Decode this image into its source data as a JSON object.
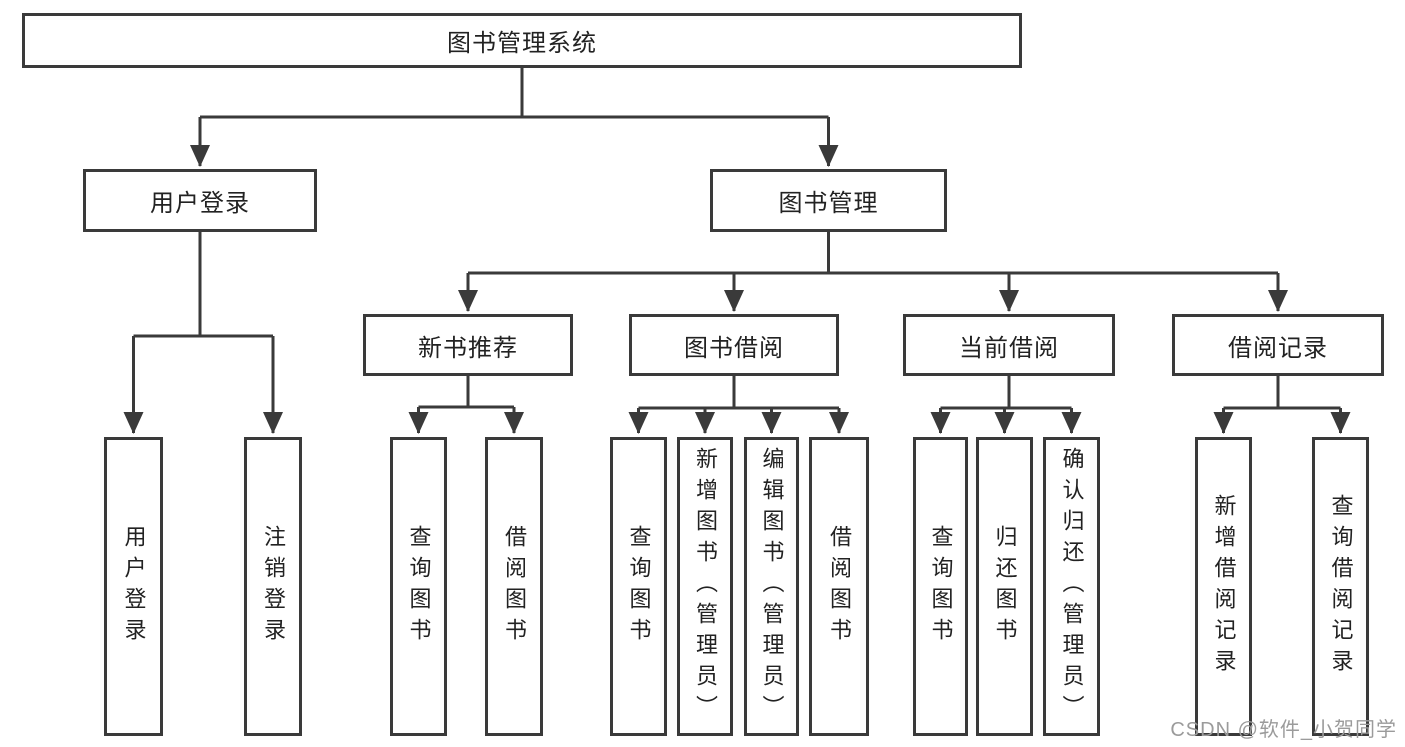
{
  "diagram": {
    "title": "图书管理系统",
    "colors": {
      "line": "#3a3a3a",
      "box_border": "#3a3a3a",
      "text": "#222222",
      "watermark": "#9b9b9b",
      "background": "#ffffff"
    },
    "nodes": {
      "root": {
        "label": "图书管理系统"
      },
      "level2": [
        {
          "label": "用户登录",
          "parent": "图书管理系统"
        },
        {
          "label": "图书管理",
          "parent": "图书管理系统"
        }
      ],
      "level3": [
        {
          "label": "新书推荐",
          "parent": "图书管理"
        },
        {
          "label": "图书借阅",
          "parent": "图书管理"
        },
        {
          "label": "当前借阅",
          "parent": "图书管理"
        },
        {
          "label": "借阅记录",
          "parent": "图书管理"
        }
      ],
      "leaves": [
        {
          "label": "用户登录",
          "parent": "用户登录"
        },
        {
          "label": "注销登录",
          "parent": "用户登录"
        },
        {
          "label": "查询图书",
          "parent": "新书推荐"
        },
        {
          "label": "借阅图书",
          "parent": "新书推荐"
        },
        {
          "label": "查询图书",
          "parent": "图书借阅"
        },
        {
          "label": "新增图书（管理员）",
          "parent": "图书借阅"
        },
        {
          "label": "编辑图书（管理员）",
          "parent": "图书借阅"
        },
        {
          "label": "借阅图书",
          "parent": "图书借阅"
        },
        {
          "label": "查询图书",
          "parent": "当前借阅"
        },
        {
          "label": "归还图书",
          "parent": "当前借阅"
        },
        {
          "label": "确认归还（管理员）",
          "parent": "当前借阅"
        },
        {
          "label": "新增借阅记录",
          "parent": "借阅记录"
        },
        {
          "label": "查询借阅记录",
          "parent": "借阅记录"
        }
      ]
    }
  },
  "watermark": "CSDN @软件_小贺同学"
}
